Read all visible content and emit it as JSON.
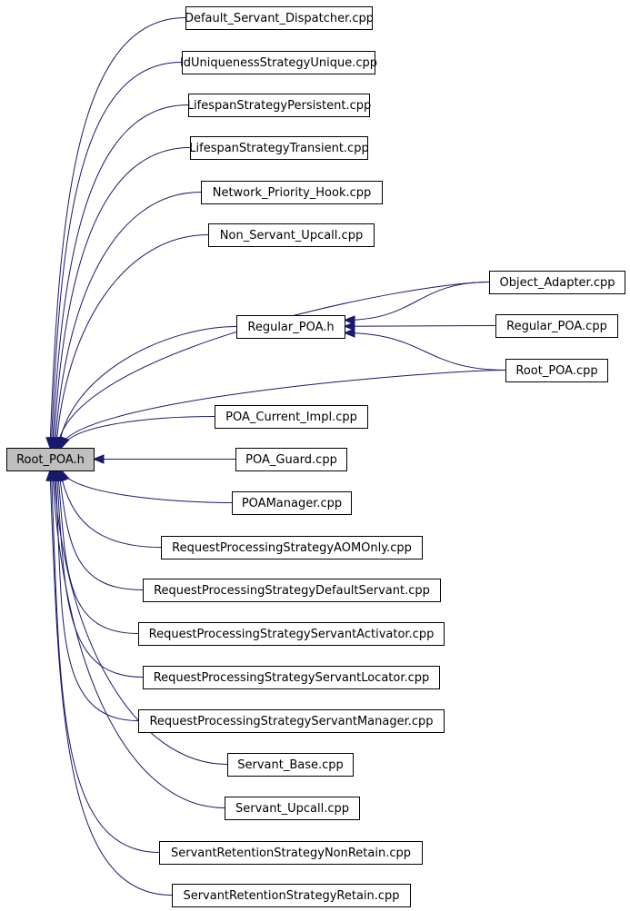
{
  "graph": {
    "nodes": [
      {
        "id": "root_poa_h",
        "label": "Root_POA.h",
        "highlighted": true
      },
      {
        "id": "default_servant_dispatcher",
        "label": "Default_Servant_Dispatcher.cpp"
      },
      {
        "id": "iduniqueness_strategy_unique",
        "label": "IdUniquenessStrategyUnique.cpp"
      },
      {
        "id": "lifespan_strategy_persistent",
        "label": "LifespanStrategyPersistent.cpp"
      },
      {
        "id": "lifespan_strategy_transient",
        "label": "LifespanStrategyTransient.cpp"
      },
      {
        "id": "network_priority_hook",
        "label": "Network_Priority_Hook.cpp"
      },
      {
        "id": "non_servant_upcall",
        "label": "Non_Servant_Upcall.cpp"
      },
      {
        "id": "object_adapter",
        "label": "Object_Adapter.cpp"
      },
      {
        "id": "regular_poa_h",
        "label": "Regular_POA.h"
      },
      {
        "id": "regular_poa_cpp",
        "label": "Regular_POA.cpp"
      },
      {
        "id": "root_poa_cpp",
        "label": "Root_POA.cpp"
      },
      {
        "id": "poa_current_impl",
        "label": "POA_Current_Impl.cpp"
      },
      {
        "id": "poa_guard",
        "label": "POA_Guard.cpp"
      },
      {
        "id": "poamanager",
        "label": "POAManager.cpp"
      },
      {
        "id": "rps_aom_only",
        "label": "RequestProcessingStrategyAOMOnly.cpp"
      },
      {
        "id": "rps_default_servant",
        "label": "RequestProcessingStrategyDefaultServant.cpp"
      },
      {
        "id": "rps_servant_activator",
        "label": "RequestProcessingStrategyServantActivator.cpp"
      },
      {
        "id": "rps_servant_locator",
        "label": "RequestProcessingStrategyServantLocator.cpp"
      },
      {
        "id": "rps_servant_manager",
        "label": "RequestProcessingStrategyServantManager.cpp"
      },
      {
        "id": "servant_base",
        "label": "Servant_Base.cpp"
      },
      {
        "id": "servant_upcall",
        "label": "Servant_Upcall.cpp"
      },
      {
        "id": "srs_non_retain",
        "label": "ServantRetentionStrategyNonRetain.cpp"
      },
      {
        "id": "srs_retain",
        "label": "ServantRetentionStrategyRetain.cpp"
      }
    ],
    "edges": [
      {
        "from": "default_servant_dispatcher",
        "to": "root_poa_h"
      },
      {
        "from": "iduniqueness_strategy_unique",
        "to": "root_poa_h"
      },
      {
        "from": "lifespan_strategy_persistent",
        "to": "root_poa_h"
      },
      {
        "from": "lifespan_strategy_transient",
        "to": "root_poa_h"
      },
      {
        "from": "network_priority_hook",
        "to": "root_poa_h"
      },
      {
        "from": "non_servant_upcall",
        "to": "root_poa_h"
      },
      {
        "from": "object_adapter",
        "to": "root_poa_h"
      },
      {
        "from": "regular_poa_h",
        "to": "root_poa_h"
      },
      {
        "from": "root_poa_cpp",
        "to": "root_poa_h"
      },
      {
        "from": "poa_current_impl",
        "to": "root_poa_h"
      },
      {
        "from": "poa_guard",
        "to": "root_poa_h"
      },
      {
        "from": "poamanager",
        "to": "root_poa_h"
      },
      {
        "from": "rps_aom_only",
        "to": "root_poa_h"
      },
      {
        "from": "rps_default_servant",
        "to": "root_poa_h"
      },
      {
        "from": "rps_servant_activator",
        "to": "root_poa_h"
      },
      {
        "from": "rps_servant_locator",
        "to": "root_poa_h"
      },
      {
        "from": "rps_servant_manager",
        "to": "root_poa_h"
      },
      {
        "from": "servant_base",
        "to": "root_poa_h"
      },
      {
        "from": "servant_upcall",
        "to": "root_poa_h"
      },
      {
        "from": "srs_non_retain",
        "to": "root_poa_h"
      },
      {
        "from": "srs_retain",
        "to": "root_poa_h"
      },
      {
        "from": "object_adapter",
        "to": "regular_poa_h"
      },
      {
        "from": "regular_poa_cpp",
        "to": "regular_poa_h"
      },
      {
        "from": "root_poa_cpp",
        "to": "regular_poa_h"
      }
    ],
    "colors": {
      "edge": "#191970",
      "node_border": "#000000",
      "node_fill": "#ffffff",
      "highlight_fill": "#bfbfbf"
    }
  }
}
